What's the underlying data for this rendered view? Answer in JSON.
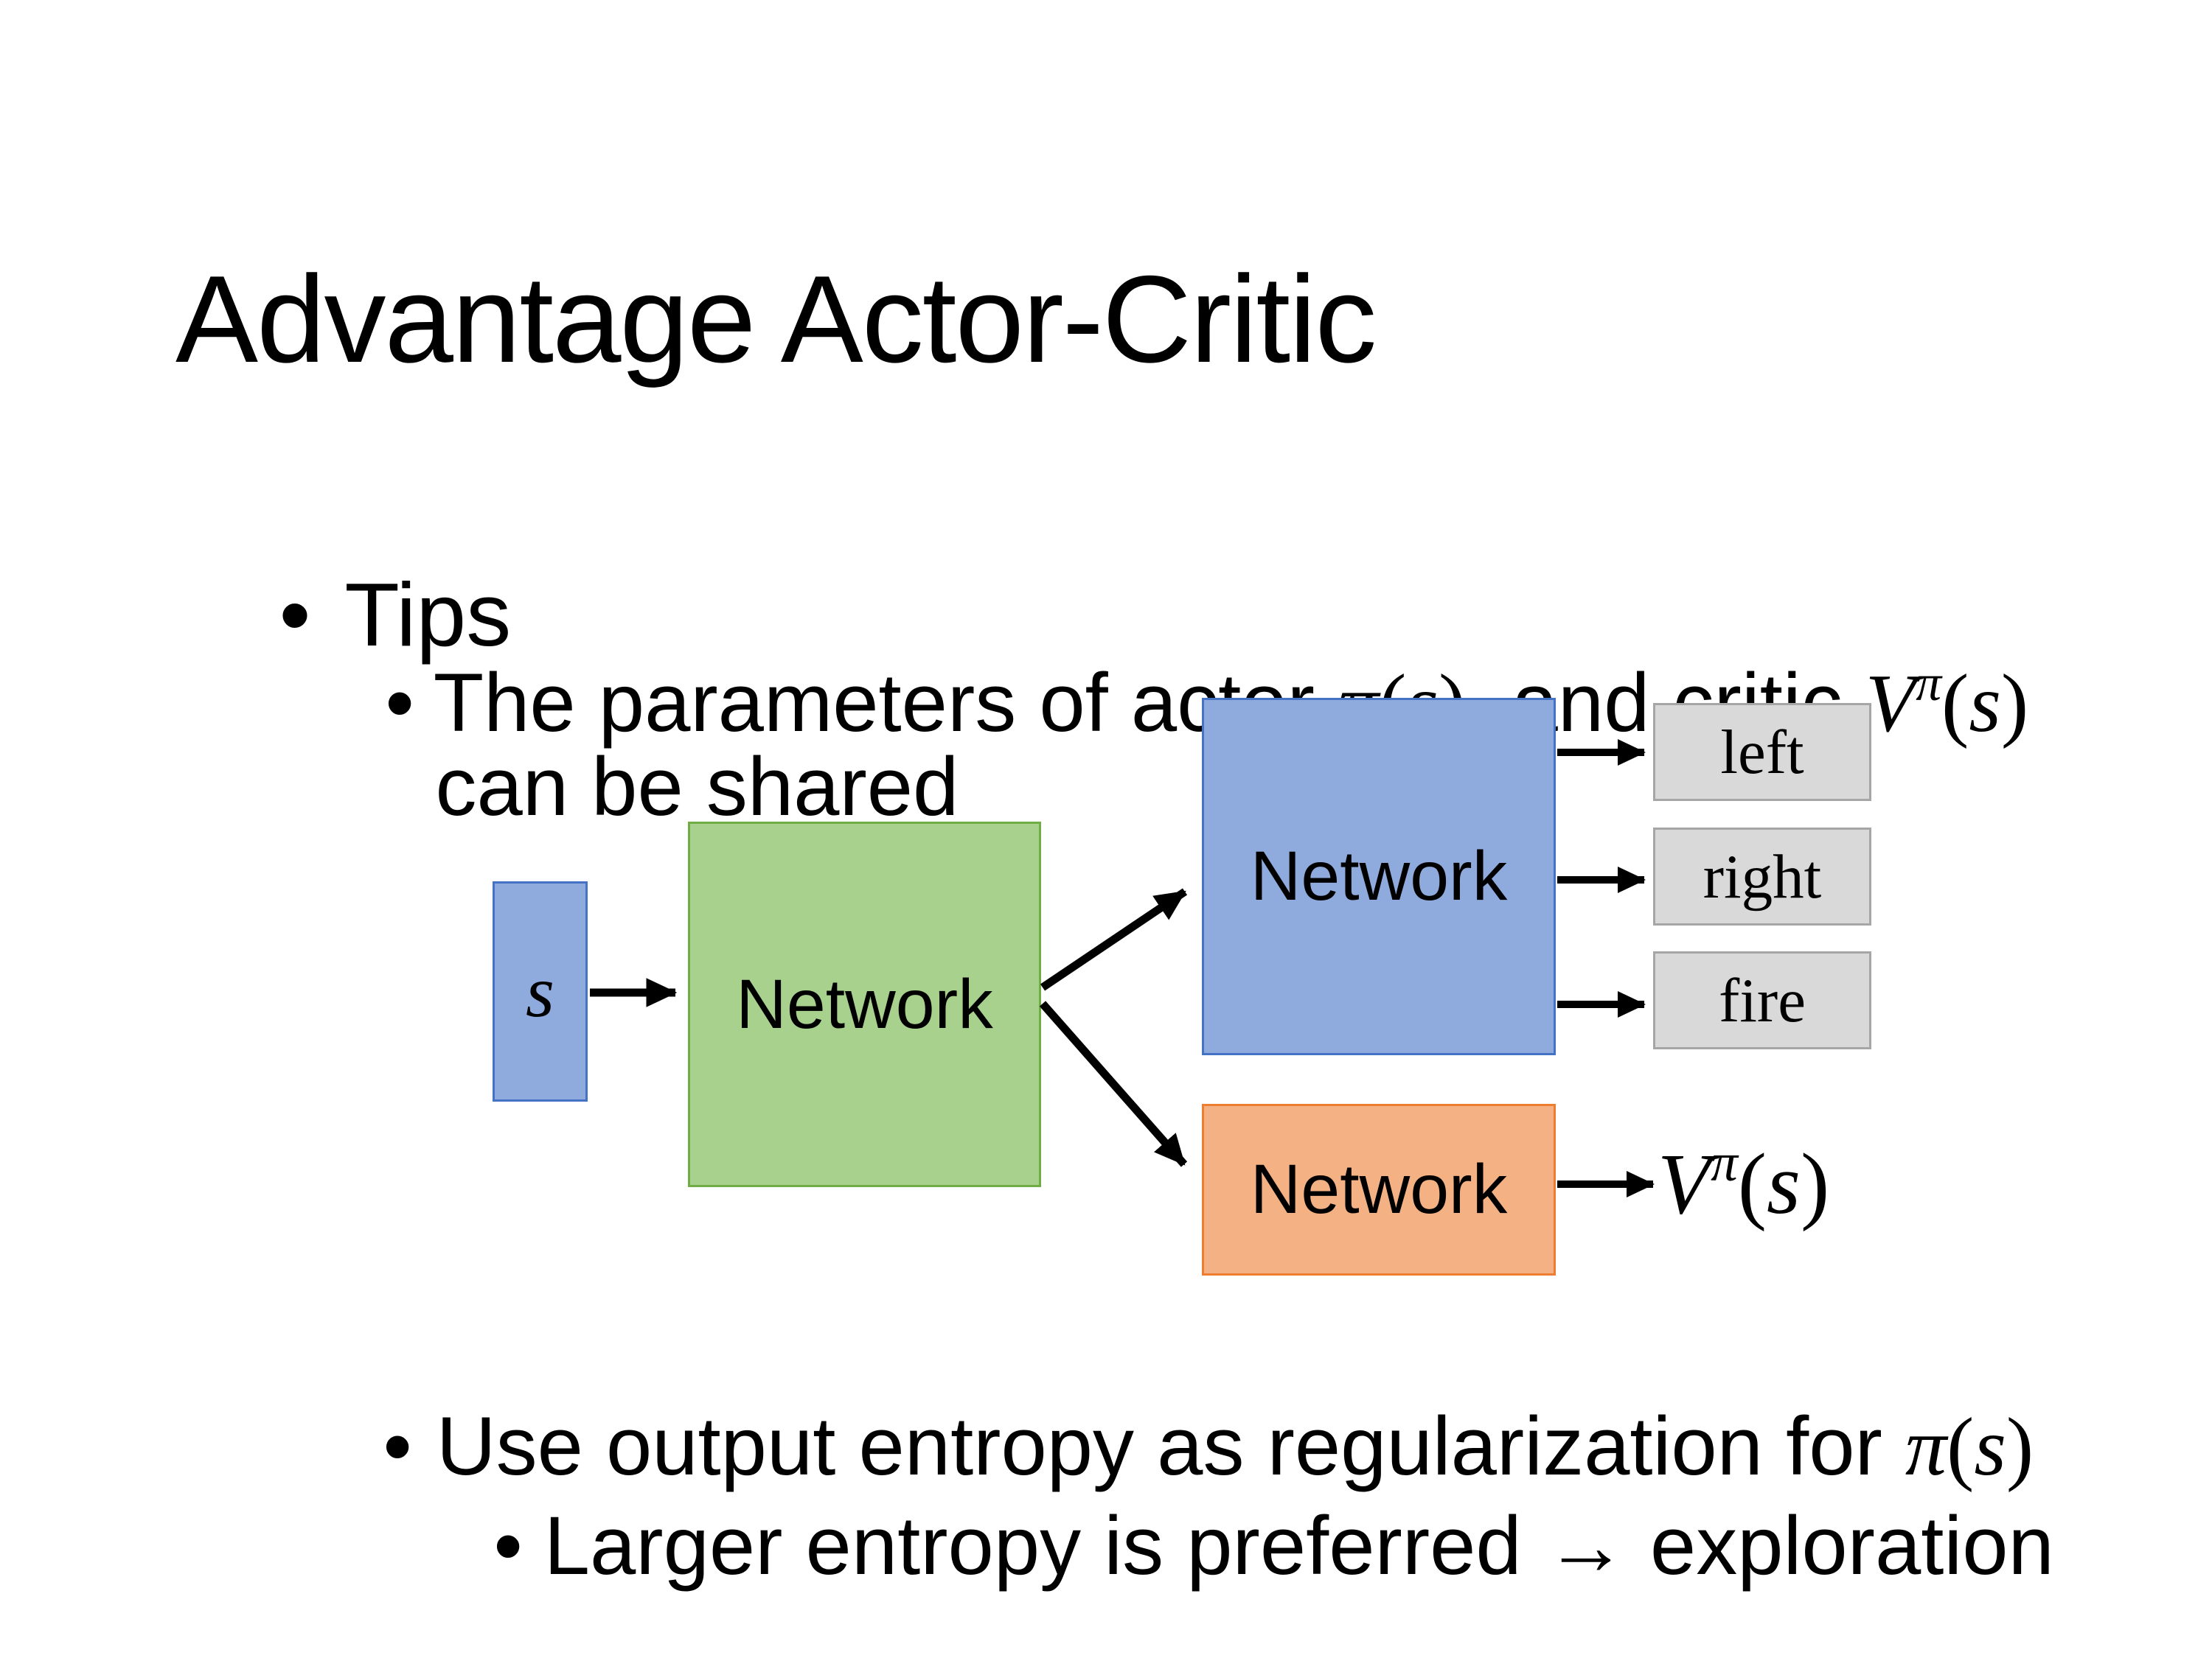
{
  "slide_title": "Advantage Actor-Critic",
  "bullet_char": "•",
  "content": {
    "tips": "Tips",
    "param_line_pre": "The parameters of actor ",
    "param_line_mid": "  and critic ",
    "param_line2": "can be shared",
    "entropy_line_pre": "Use output entropy as regularization for ",
    "explore_line": "Larger entropy is preferred → exploration"
  },
  "math": {
    "V": "V",
    "pi": "π",
    "s": "s",
    "lparen": "(",
    "rparen": ")"
  },
  "diagram": {
    "state_label": "s",
    "shared_network_label": "Network",
    "actor_network_label": "Network",
    "critic_network_label": "Network",
    "action_labels": [
      "left",
      "right",
      "fire"
    ],
    "colors": {
      "state_fill": "#8FAADC",
      "state_border": "#4472C4",
      "shared_fill": "#A9D18E",
      "shared_border": "#70AD47",
      "actor_fill": "#8FAADC",
      "actor_border": "#4472C4",
      "critic_fill": "#F4B183",
      "critic_border": "#ED7D31",
      "action_fill": "#D9D9D9",
      "action_border": "#A6A6A6",
      "arrow": "#000000"
    }
  }
}
